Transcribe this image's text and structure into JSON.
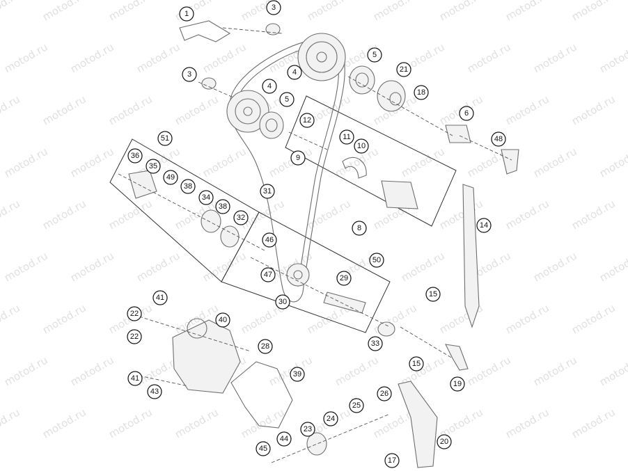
{
  "watermark": "motod.ru",
  "callouts": [
    "1",
    "3",
    "3",
    "4",
    "4",
    "5",
    "5",
    "21",
    "18",
    "6",
    "48",
    "12",
    "11",
    "10",
    "9",
    "51",
    "36",
    "35",
    "49",
    "38",
    "34",
    "38",
    "32",
    "31",
    "8",
    "14",
    "46",
    "47",
    "50",
    "29",
    "30",
    "15",
    "41",
    "40",
    "22",
    "22",
    "28",
    "33",
    "15",
    "19",
    "41",
    "43",
    "39",
    "26",
    "25",
    "24",
    "23",
    "44",
    "45",
    "20",
    "17"
  ]
}
